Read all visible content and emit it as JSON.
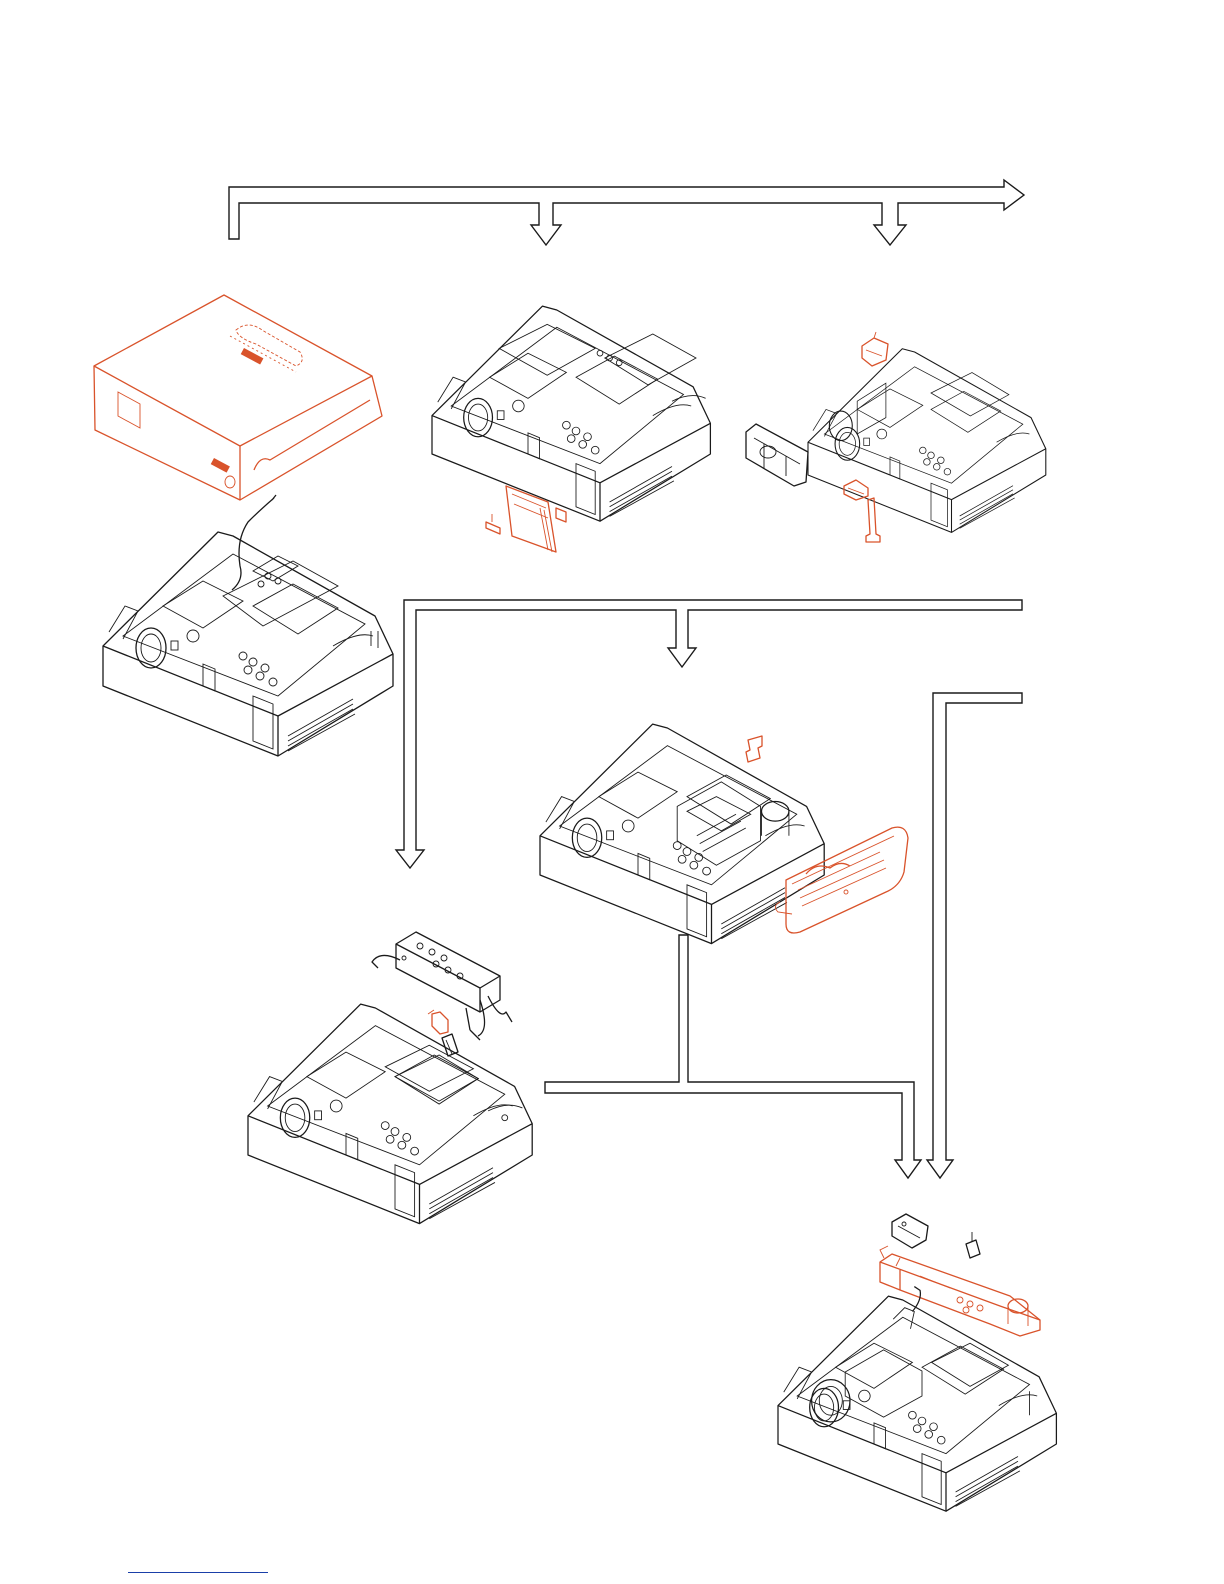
{
  "figure": {
    "colors": {
      "outline": "#1a1a1a",
      "highlight": "#d9532b",
      "footer_rule": "#1a3fa8",
      "background": "#ffffff"
    },
    "steps": [
      {
        "id": "step-1",
        "highlighted_part": "top-cover"
      },
      {
        "id": "step-2",
        "highlighted_part": "side-board"
      },
      {
        "id": "step-3",
        "highlighted_part": "small-brackets"
      },
      {
        "id": "step-4",
        "highlighted_part": "small-bracket"
      },
      {
        "id": "step-5",
        "highlighted_part": "front-panel"
      },
      {
        "id": "step-6",
        "highlighted_part": "main-chassis-board"
      }
    ],
    "flow_arrows": [
      {
        "id": "arrow-main-top",
        "from": "step-1",
        "to": [
          "step-2",
          "step-3",
          "next"
        ]
      },
      {
        "id": "arrow-mid-row",
        "from": "step-1",
        "to": [
          "step-4",
          "step-5"
        ]
      },
      {
        "id": "arrow-right-down",
        "from": "step-1",
        "to": [
          "step-6"
        ]
      },
      {
        "id": "arrow-merge",
        "from": [
          "step-4",
          "step-5"
        ],
        "to": [
          "step-6"
        ]
      }
    ]
  }
}
